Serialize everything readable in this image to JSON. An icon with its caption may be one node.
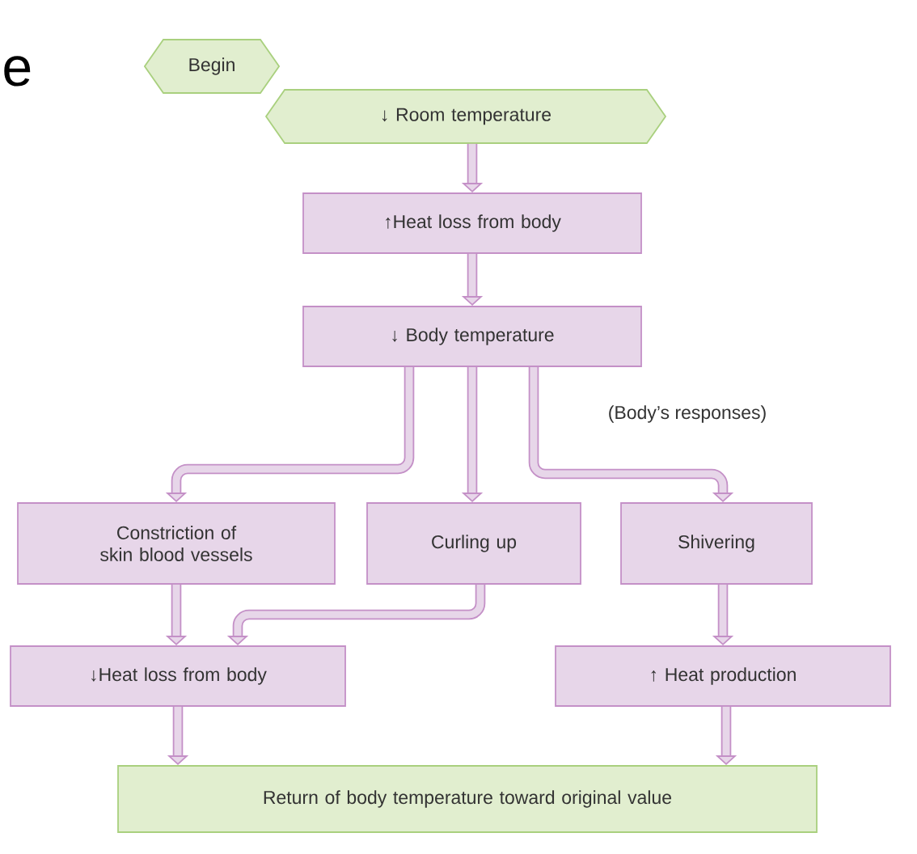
{
  "diagram": {
    "nodes": [
      {
        "text": [
          "Begin"
        ]
      },
      {
        "text": [
          "↓ Room temperature"
        ]
      },
      {
        "text": [
          "↑Heat loss from body"
        ]
      },
      {
        "text": [
          "↓ Body temperature"
        ]
      },
      {
        "text": [
          "Constriction of skin blood vessels"
        ]
      },
      {
        "text": [
          "Curling up"
        ]
      },
      {
        "text": [
          "Shivering"
        ]
      },
      {
        "text": [
          "↓Heat loss from body"
        ]
      },
      {
        "text": [
          "↑ Heat production"
        ]
      },
      {
        "text": [
          "Return of body temperature toward original value"
        ]
      }
    ],
    "edges": [
      {
        "from": 1,
        "to": 2,
        "arrow": "to"
      },
      {
        "from": 2,
        "to": 3,
        "arrow": "to"
      },
      {
        "from": 3,
        "to": 4,
        "arrow": "to"
      },
      {
        "from": 3,
        "to": 5,
        "arrow": "to"
      },
      {
        "from": 3,
        "to": 6,
        "arrow": "to"
      },
      {
        "from": 4,
        "to": 7,
        "arrow": "to"
      },
      {
        "from": 5,
        "to": 7,
        "arrow": "to"
      },
      {
        "from": 6,
        "to": 8,
        "arrow": "to"
      },
      {
        "from": 7,
        "to": 9,
        "arrow": "to"
      },
      {
        "from": 8,
        "to": 9,
        "arrow": "to"
      }
    ],
    "labels": [
      "e",
      "(Body’s responses)"
    ]
  }
}
